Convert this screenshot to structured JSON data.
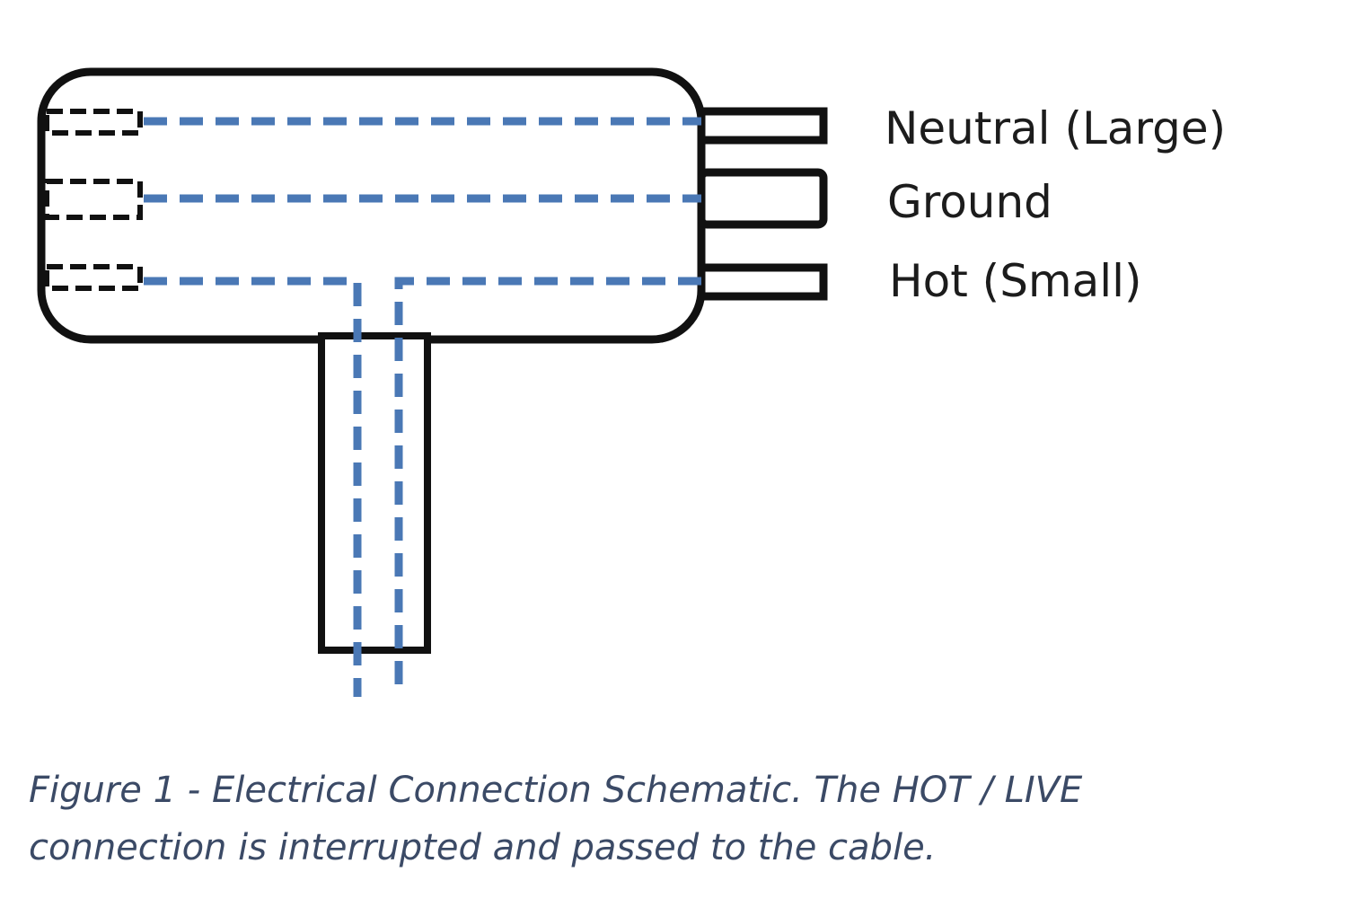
{
  "pins": {
    "neutral": "Neutral (Large)",
    "ground": "Ground",
    "hot": "Hot (Small)"
  },
  "caption": {
    "line1": "Figure 1 - Electrical Connection Schematic. The HOT / LIVE",
    "line2": "connection is interrupted and passed to the cable."
  },
  "colors": {
    "outline": "#111111",
    "wire": "#4a78b5",
    "caption": "#3b4a66"
  }
}
